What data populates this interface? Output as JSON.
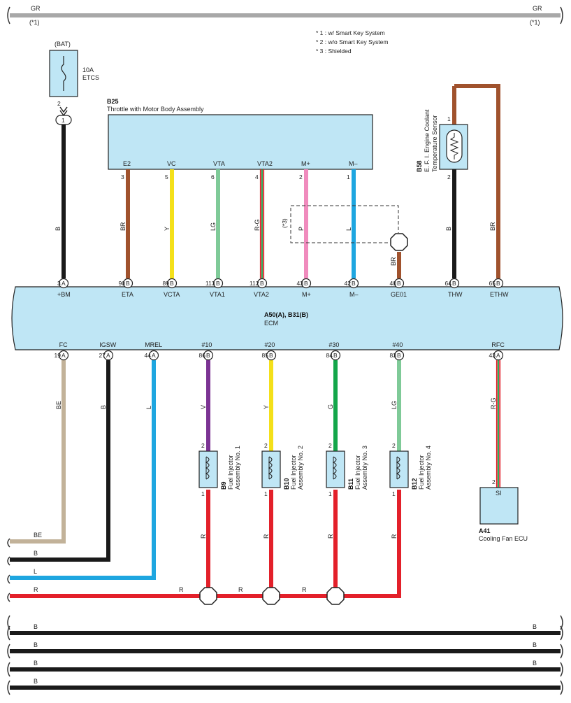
{
  "top_bus": {
    "label_left": "GR",
    "label_right": "GR",
    "note_left": "(*1)",
    "note_right": "(*1)",
    "color": "#a8a8a8"
  },
  "legend": [
    "* 1 : w/ Smart Key System",
    "* 2 : w/o Smart Key System",
    "* 3 : Shielded"
  ],
  "fuse": {
    "source": "(BAT)",
    "rating": "10A",
    "name": "ETCS",
    "pin": "2",
    "connector": "1"
  },
  "throttle": {
    "code": "B25",
    "name": "Throttle with Motor Body Assembly",
    "pins": [
      {
        "label": "E2",
        "num": "3",
        "wire": "BR"
      },
      {
        "label": "VC",
        "num": "5",
        "wire": "Y"
      },
      {
        "label": "VTA",
        "num": "6",
        "wire": "LG"
      },
      {
        "label": "VTA2",
        "num": "4",
        "wire": "R-G"
      },
      {
        "label": "M+",
        "num": "2",
        "wire": "P"
      },
      {
        "label": "M–",
        "num": "1",
        "wire": "L"
      }
    ],
    "shield_note": "(*3)"
  },
  "sensor": {
    "code": "B58",
    "name_line1": "E. F. I.  Engine Coolant",
    "name_line2": "Temperature Sensor",
    "pin_top": "1",
    "pin_bottom": "2",
    "wire_left": "B",
    "wire_right": "BR"
  },
  "bm_wire": "B",
  "ge01_wire": "BR",
  "ecm": {
    "codes": "A50(A), B31(B)",
    "name": "ECM",
    "top_pins": [
      {
        "num": "3",
        "conn": "A",
        "label": "+BM"
      },
      {
        "num": "90",
        "conn": "B",
        "label": "ETA"
      },
      {
        "num": "89",
        "conn": "B",
        "label": "VCTA"
      },
      {
        "num": "113",
        "conn": "B",
        "label": "VTA1"
      },
      {
        "num": "112",
        "conn": "B",
        "label": "VTA2"
      },
      {
        "num": "43",
        "conn": "B",
        "label": "M+"
      },
      {
        "num": "42",
        "conn": "B",
        "label": "M–"
      },
      {
        "num": "40",
        "conn": "B",
        "label": "GE01"
      },
      {
        "num": "64",
        "conn": "B",
        "label": "THW"
      },
      {
        "num": "65",
        "conn": "B",
        "label": "ETHW"
      }
    ],
    "bottom_pins": [
      {
        "num": "19",
        "conn": "A",
        "label": "FC",
        "wire": "BE"
      },
      {
        "num": "27",
        "conn": "A",
        "label": "IGSW",
        "wire": "B"
      },
      {
        "num": "44",
        "conn": "A",
        "label": "MREL",
        "wire": "L"
      },
      {
        "num": "86",
        "conn": "B",
        "label": "#10",
        "wire": "V"
      },
      {
        "num": "85",
        "conn": "B",
        "label": "#20",
        "wire": "Y"
      },
      {
        "num": "84",
        "conn": "B",
        "label": "#30",
        "wire": "G"
      },
      {
        "num": "83",
        "conn": "B",
        "label": "#40",
        "wire": "LG"
      },
      {
        "num": "43",
        "conn": "A",
        "label": "RFC",
        "wire": "R-G"
      }
    ]
  },
  "injectors": [
    {
      "code": "B9",
      "line1": "Fuel Injector",
      "line2": "Assembly No. 1",
      "pin_top": "2",
      "pin_bottom": "1",
      "wire": "R"
    },
    {
      "code": "B10",
      "line1": "Fuel Injector",
      "line2": "Assembly No. 2",
      "pin_top": "2",
      "pin_bottom": "1",
      "wire": "R"
    },
    {
      "code": "B11",
      "line1": "Fuel Injector",
      "line2": "Assembly No. 3",
      "pin_top": "2",
      "pin_bottom": "1",
      "wire": "R"
    },
    {
      "code": "B12",
      "line1": "Fuel Injector",
      "line2": "Assembly No. 4",
      "pin_top": "2",
      "pin_bottom": "1",
      "wire": "R"
    }
  ],
  "fan_ecu": {
    "code": "A41",
    "name": "Cooling Fan ECU",
    "pin": "2",
    "terminal": "SI"
  },
  "left_bus": [
    "BE",
    "B",
    "L",
    "R"
  ],
  "r_bus_labels": [
    "R",
    "R",
    "R"
  ],
  "bottom_buses": [
    {
      "left": "B",
      "right": "B"
    },
    {
      "left": "B",
      "right": "B"
    },
    {
      "left": "B",
      "right": "B"
    },
    {
      "left": "B",
      "right": ""
    }
  ],
  "colors": {
    "box": "#bfe6f5",
    "B": "#1a1a1a",
    "BR": "#a0522d",
    "Y": "#f4e01a",
    "LG": "#7fca98",
    "P": "#f08bbd",
    "L": "#1ea6e0",
    "R": "#e3202a",
    "G": "#13a64a",
    "V": "#7b3393",
    "BE": "#c2b299",
    "GR": "#a8a8a8",
    "RG_red": "#e3202a",
    "RG_green": "#13a64a"
  }
}
